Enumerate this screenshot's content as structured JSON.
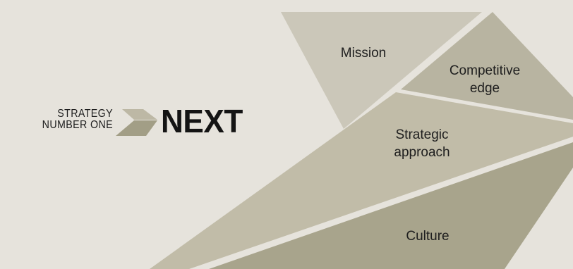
{
  "brand": {
    "line1": "STRATEGY",
    "line2": "NUMBER ONE",
    "name": "NEXT"
  },
  "segments": {
    "mission": {
      "line1": "Mission"
    },
    "competitive_edge": {
      "line1": "Competitive",
      "line2": "edge"
    },
    "strategic_approach": {
      "line1": "Strategic",
      "line2": "approach"
    },
    "culture": {
      "line1": "Culture"
    }
  },
  "colors": {
    "background": "#e6e3dc",
    "mission": "#cbc7b9",
    "competitive_edge": "#b8b4a1",
    "strategic_approach": "#c1bca8",
    "culture": "#a8a48c"
  }
}
